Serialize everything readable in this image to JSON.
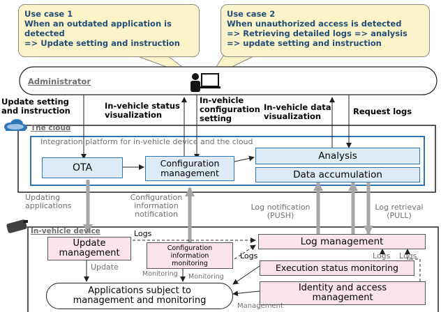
{
  "use_case_1": {
    "title": "Use case 1",
    "lines": [
      "When an outdated application is",
      "detected",
      "=> Update setting and instruction"
    ]
  },
  "use_case_2": {
    "title": "Use case 2",
    "lines": [
      "When unauthorized access is detected",
      "=> Retrieving detailed logs => analysis",
      "=> update setting and instruction"
    ]
  },
  "administrator": {
    "label": "Administrator"
  },
  "admin_flows": {
    "update_setting": [
      "Update setting",
      "and instruction"
    ],
    "status_visualization": [
      "In-vehicle status",
      "visualization"
    ],
    "config_setting": [
      "In-vehicle",
      "configuration",
      "setting"
    ],
    "data_visualization": [
      "In-vehicle data",
      "visualization"
    ],
    "request_logs": "Request logs"
  },
  "cloud": {
    "label": "The cloud",
    "platform_label": "Integration platform for in-vehicle device and the cloud",
    "ota": "OTA",
    "config_mgmt": [
      "Configuration",
      "management"
    ],
    "analysis": "Analysis",
    "data_accumulation": "Data accumulation"
  },
  "middle_flows": {
    "updating_apps": [
      "Updating",
      "applications"
    ],
    "config_notification": [
      "Configuration",
      "information",
      "notification"
    ],
    "log_notification": [
      "Log notification",
      "(PUSH)"
    ],
    "log_retrieval": [
      "Log retrieval",
      "(PULL)"
    ]
  },
  "device": {
    "label": "In-vehicle device",
    "update_mgmt": [
      "Update",
      "management"
    ],
    "config_monitoring": [
      "Configuration",
      "information",
      "monitoring"
    ],
    "log_mgmt": "Log management",
    "exec_monitoring": "Execution status monitoring",
    "iam": [
      "Identity and access",
      "management"
    ],
    "apps": [
      "Applications subject to",
      "management and monitoring"
    ]
  },
  "edge_labels": {
    "logs_top": "Logs",
    "logs_config": "Logs",
    "logs_right_1": "Logs",
    "logs_right_2": "Logs",
    "update": "Update",
    "monitoring_1": "Monitoring",
    "monitoring_2": "Monitoring",
    "management": "Management"
  },
  "colors": {
    "blue_border": "#2e75b6",
    "blue_fill": "#ddebf7",
    "pink_fill": "#fbe5ea",
    "callout_fill": "#fdf3c8"
  }
}
